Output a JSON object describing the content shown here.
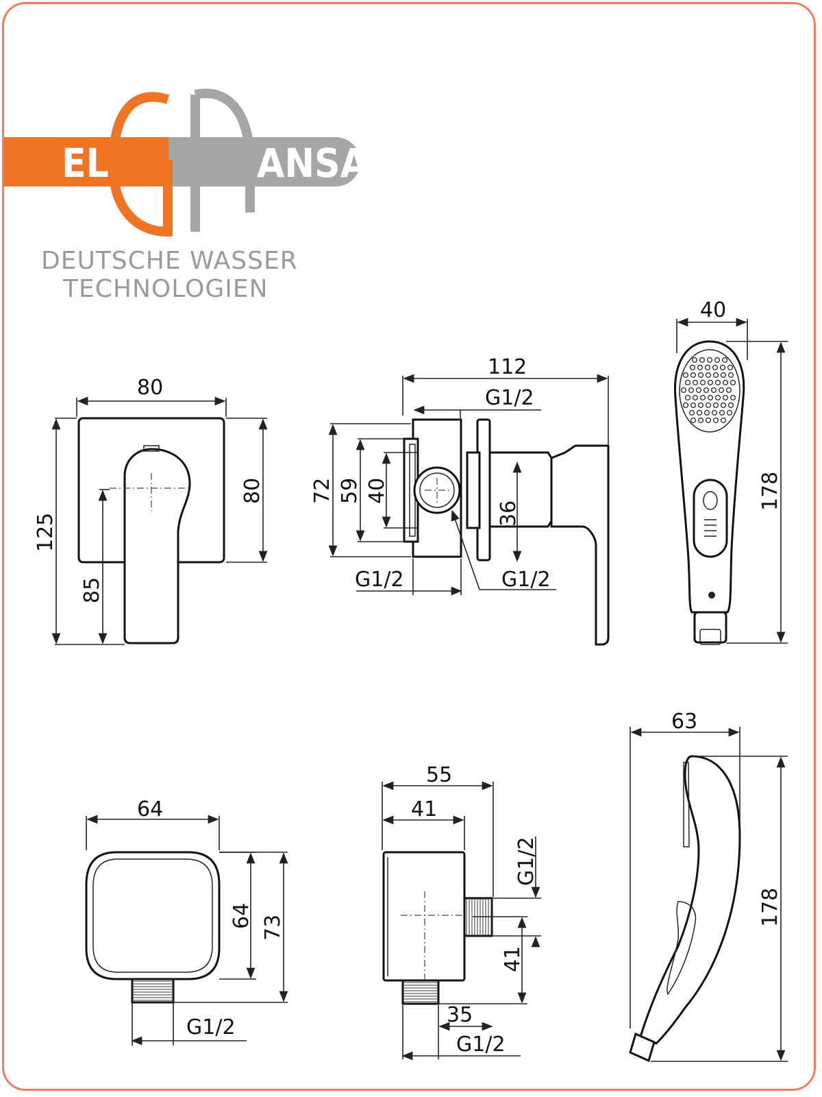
{
  "brand": {
    "left_word": "EL",
    "right_word": "ANSA",
    "tagline_1": "DEUTSCHE WASSER",
    "tagline_2": "TECHNOLOGIEN",
    "colors": {
      "orange": "#f07323",
      "grey": "#a6a6a6",
      "frame": "#f07c59"
    }
  },
  "views": {
    "mixer_front": {
      "width": "80",
      "height_plate": "80",
      "total_height": "125",
      "handle_drop": "85"
    },
    "mixer_side": {
      "depth": "112",
      "inlet_top": "G1/2",
      "outlet_left": "G1/2",
      "outlet_right": "G1/2",
      "body_h": "72",
      "flange_h": "59",
      "nut_h": "40",
      "pipe_h": "36"
    },
    "handshower_front": {
      "width": "40",
      "length": "178"
    },
    "wall_outlet_front": {
      "width": "64",
      "plate_h": "64",
      "total_h": "73",
      "thread": "G1/2"
    },
    "wall_outlet_side": {
      "depth": "55",
      "body_depth": "41",
      "thread_side": "G1/2",
      "thread_offset": "41",
      "bottom_offset": "35",
      "thread_bottom": "G1/2"
    },
    "handshower_side": {
      "width": "63",
      "length": "178"
    }
  }
}
